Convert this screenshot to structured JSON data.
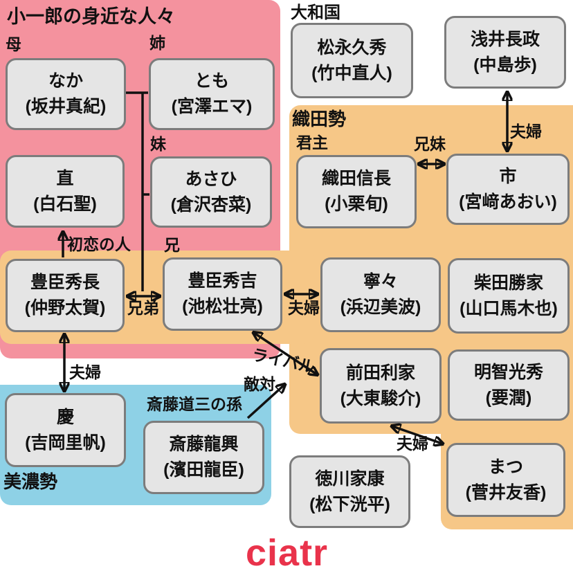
{
  "colors": {
    "family_region": "#f4929e",
    "oda_region": "#f6c787",
    "mino_region": "#8ed1e6",
    "box_fill": "#e5e5e5",
    "box_border": "#7c7c7c",
    "arrow": "#111111",
    "logo": "#e9334b"
  },
  "regions": {
    "family": {
      "title": "小一郎の身近な人々"
    },
    "yamato": {
      "title": "大和国"
    },
    "oda": {
      "title": "織田勢"
    },
    "mino": {
      "title": "美濃勢"
    }
  },
  "people": {
    "naka": {
      "name": "なか",
      "actor": "(坂井真紀)",
      "role": "母"
    },
    "tomo": {
      "name": "とも",
      "actor": "(宮澤エマ)",
      "role": "姉"
    },
    "nao": {
      "name": "直",
      "actor": "(白石聖)"
    },
    "asahi": {
      "name": "あさひ",
      "actor": "(倉沢杏菜)",
      "role": "妹"
    },
    "matsunaga": {
      "name": "松永久秀",
      "actor": "(竹中直人)"
    },
    "azai": {
      "name": "浅井長政",
      "actor": "(中島歩)"
    },
    "nobunaga": {
      "name": "織田信長",
      "actor": "(小栗旬)",
      "role": "君主"
    },
    "ichi": {
      "name": "市",
      "actor": "(宮﨑あおい)"
    },
    "hidenaga": {
      "name": "豊臣秀長",
      "actor": "(仲野太賀)"
    },
    "hideyoshi": {
      "name": "豊臣秀吉",
      "actor": "(池松壮亮)",
      "role": "兄"
    },
    "nene": {
      "name": "寧々",
      "actor": "(浜辺美波)"
    },
    "shibata": {
      "name": "柴田勝家",
      "actor": "(山口馬木也)"
    },
    "maeda": {
      "name": "前田利家",
      "actor": "(大東駿介)"
    },
    "akechi": {
      "name": "明智光秀",
      "actor": "(要潤)"
    },
    "kei": {
      "name": "慶",
      "actor": "(吉岡里帆)"
    },
    "saito": {
      "name": "斎藤龍興",
      "actor": "(濱田龍臣)",
      "role": "斎藤道三の孫"
    },
    "tokugawa": {
      "name": "徳川家康",
      "actor": "(松下洸平)"
    },
    "matsu": {
      "name": "まつ",
      "actor": "(菅井友香)"
    }
  },
  "relations": {
    "couple": "夫婦",
    "brothers": "兄弟",
    "siblings": "兄妹",
    "rival": "ライバル",
    "hostile": "敵対",
    "first_love": "初恋の人"
  },
  "logo": {
    "text": "ciatr"
  }
}
